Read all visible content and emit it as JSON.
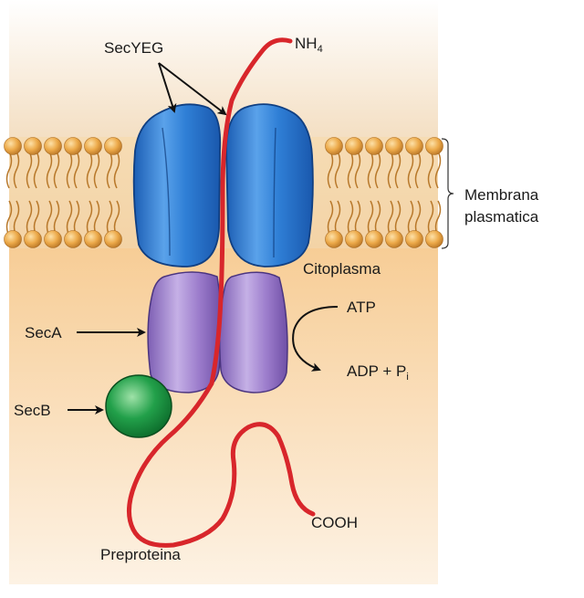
{
  "labels": {
    "secyeg": "SecYEG",
    "nh": "NH",
    "nh_sub": "4",
    "membrane_line1": "Membrana",
    "membrane_line2": "plasmatica",
    "cytoplasm": "Citoplasma",
    "atp": "ATP",
    "adp": "ADP + P",
    "adp_sub": "i",
    "seca": "SecA",
    "secb": "SecB",
    "cooh": "COOH",
    "preprotein": "Preproteina"
  },
  "colors": {
    "periplasm_top": "#ffffff",
    "periplasm_bottom": "#f5e2c8",
    "cytoplasm_top": "#f7cf9c",
    "cytoplasm_bottom": "#fdf1e2",
    "lipid_head": "#e7a64a",
    "lipid_tail": "#b8782a",
    "secyeg": "#2a74c9",
    "seca": "#9a7ac8",
    "secb": "#1f9a46",
    "preprotein": "#d8262b"
  }
}
